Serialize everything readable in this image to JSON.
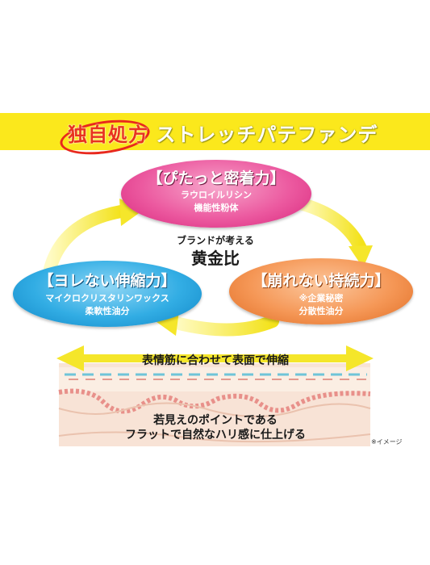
{
  "banner": {
    "title_lead": "独自処方",
    "title_rest": " ストレッチパテファンデ"
  },
  "top": {
    "heading": "【ぴたっと密着力】",
    "line1": "ラウロイルリシン",
    "line2": "機能性粉体"
  },
  "left": {
    "heading": "【ヨレない伸縮力】",
    "line1": "マイクロクリスタリンワックス",
    "line2": "柔軟性油分"
  },
  "right": {
    "heading": "【崩れない持続力】",
    "line1": "※企業秘密",
    "line2": "分散性油分"
  },
  "center": {
    "sub": "ブランドが考える",
    "main": "黄金比"
  },
  "skin": {
    "caption": "表情筋に合わせて表面で伸縮",
    "line1": "若見えのポイントである",
    "line2": "フラットで自然なハリ感に仕上げる"
  },
  "note": "※イメージ",
  "colors": {
    "banner": "#fbe81c",
    "pink": "#ec5aa0",
    "blue": "#32ade4",
    "orange": "#f59756",
    "arrow": "#f5e62a"
  }
}
